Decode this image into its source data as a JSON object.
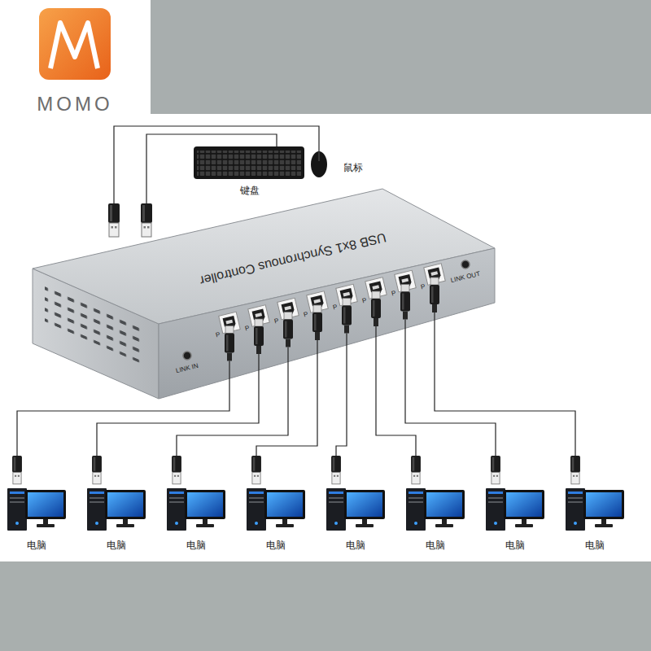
{
  "diagram": {
    "nodes": [
      {
        "text": [
          "键盘"
        ]
      },
      {
        "text": [
          "鼠标"
        ]
      },
      {
        "text": [
          "USB 8x1 Synchronous Controller"
        ]
      },
      {
        "text": [
          "电脑"
        ]
      },
      {
        "text": [
          "电脑"
        ]
      },
      {
        "text": [
          "电脑"
        ]
      },
      {
        "text": [
          "电脑"
        ]
      },
      {
        "text": [
          "电脑"
        ]
      },
      {
        "text": [
          "电脑"
        ]
      },
      {
        "text": [
          "电脑"
        ]
      },
      {
        "text": [
          "电脑"
        ]
      }
    ],
    "edges": [
      {
        "from": 0,
        "to": 2,
        "arrow": "none"
      },
      {
        "from": 1,
        "to": 2,
        "arrow": "none"
      },
      {
        "from": 2,
        "to": 3,
        "arrow": "none"
      },
      {
        "from": 2,
        "to": 4,
        "arrow": "none"
      },
      {
        "from": 2,
        "to": 5,
        "arrow": "none"
      },
      {
        "from": 2,
        "to": 6,
        "arrow": "none"
      },
      {
        "from": 2,
        "to": 7,
        "arrow": "none"
      },
      {
        "from": 2,
        "to": 8,
        "arrow": "none"
      },
      {
        "from": 2,
        "to": 9,
        "arrow": "none"
      },
      {
        "from": 2,
        "to": 10,
        "arrow": "none"
      }
    ],
    "labels": [
      "MOMO",
      "LINK IN",
      "P",
      "P",
      "P",
      "P",
      "P",
      "P",
      "P",
      "P",
      "LINK OUT"
    ]
  }
}
